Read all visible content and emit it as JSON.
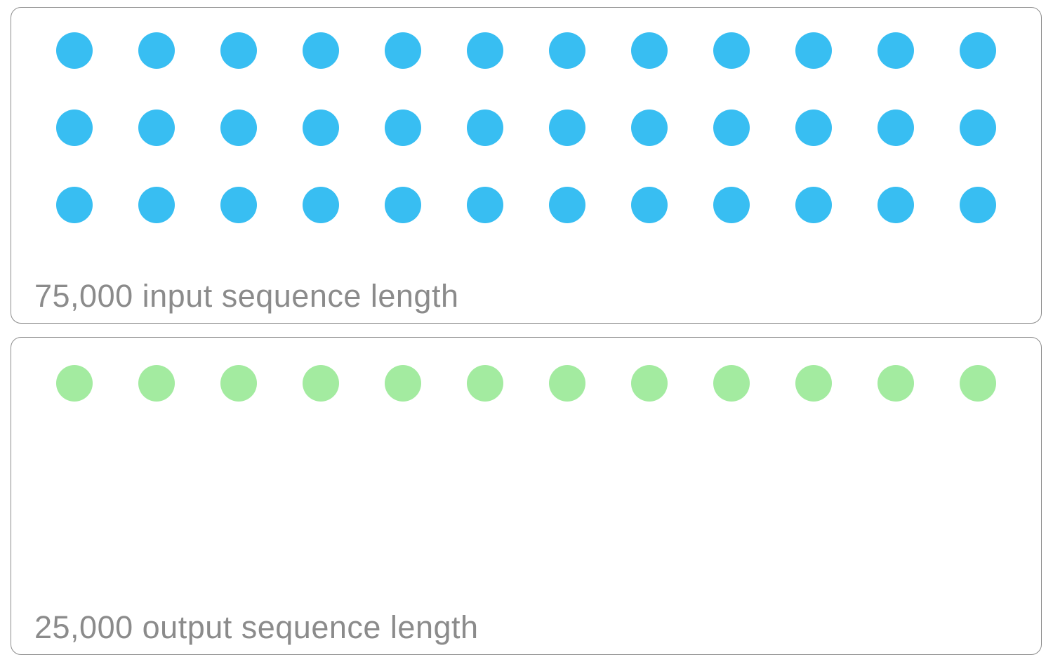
{
  "figure": {
    "description_values": {
      "input_tokens": "75,000",
      "output_tokens": "25,000"
    }
  },
  "panels": [
    {
      "id": "input",
      "label": "75,000 input sequence length",
      "sequence_length": 75000,
      "dot_rows": 3,
      "dot_cols": 12,
      "dot_count": 36,
      "dot_color": "#38bef2"
    },
    {
      "id": "output",
      "label": "25,000 output sequence length",
      "sequence_length": 25000,
      "dot_rows": 1,
      "dot_cols": 12,
      "dot_count": 12,
      "dot_color": "#a3eba0"
    }
  ],
  "colors": {
    "background": "#ffffff",
    "panel_border": "#8c8c8c",
    "label_text": "#8b8b8b",
    "input_dot": "#38bef2",
    "output_dot": "#a3eba0"
  }
}
